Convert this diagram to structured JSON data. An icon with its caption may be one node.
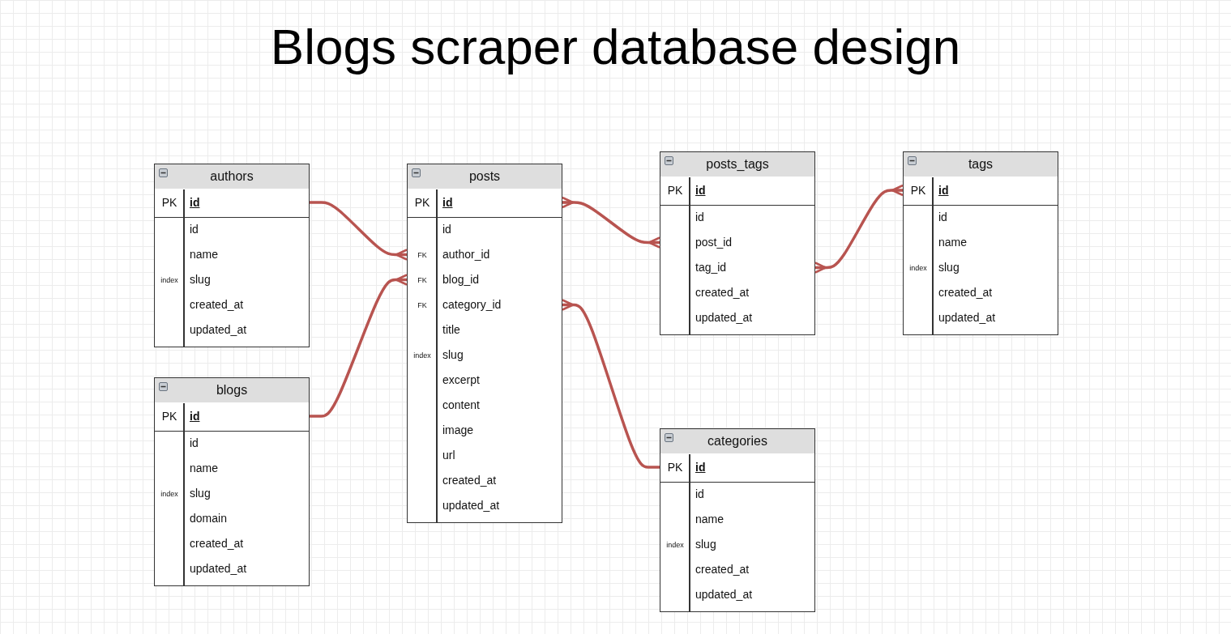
{
  "diagram": {
    "title": "Blogs scraper database design",
    "nodes": [
      {
        "text": [
          "authors"
        ]
      },
      {
        "text": [
          "PK",
          "id"
        ],
        "in": 0
      },
      {
        "text": [
          "id"
        ],
        "in": 0
      },
      {
        "text": [
          "name"
        ],
        "in": 0
      },
      {
        "text": [
          "index",
          "slug"
        ],
        "in": 0
      },
      {
        "text": [
          "created_at"
        ],
        "in": 0
      },
      {
        "text": [
          "updated_at"
        ],
        "in": 0
      },
      {
        "text": [
          "posts"
        ]
      },
      {
        "text": [
          "PK",
          "id"
        ],
        "in": 7
      },
      {
        "text": [
          "id"
        ],
        "in": 7
      },
      {
        "text": [
          "FK",
          "author_id"
        ],
        "in": 7
      },
      {
        "text": [
          "FK",
          "blog_id"
        ],
        "in": 7
      },
      {
        "text": [
          "FK",
          "category_id"
        ],
        "in": 7
      },
      {
        "text": [
          "title"
        ],
        "in": 7
      },
      {
        "text": [
          "index",
          "slug"
        ],
        "in": 7
      },
      {
        "text": [
          "excerpt"
        ],
        "in": 7
      },
      {
        "text": [
          "content"
        ],
        "in": 7
      },
      {
        "text": [
          "image"
        ],
        "in": 7
      },
      {
        "text": [
          "url"
        ],
        "in": 7
      },
      {
        "text": [
          "created_at"
        ],
        "in": 7
      },
      {
        "text": [
          "updated_at"
        ],
        "in": 7
      },
      {
        "text": [
          "posts_tags"
        ]
      },
      {
        "text": [
          "PK",
          "id"
        ],
        "in": 21
      },
      {
        "text": [
          "id"
        ],
        "in": 21
      },
      {
        "text": [
          "post_id"
        ],
        "in": 21
      },
      {
        "text": [
          "tag_id"
        ],
        "in": 21
      },
      {
        "text": [
          "created_at"
        ],
        "in": 21
      },
      {
        "text": [
          "updated_at"
        ],
        "in": 21
      },
      {
        "text": [
          "tags"
        ]
      },
      {
        "text": [
          "PK",
          "id"
        ],
        "in": 28
      },
      {
        "text": [
          "id"
        ],
        "in": 28
      },
      {
        "text": [
          "name"
        ],
        "in": 28
      },
      {
        "text": [
          "index",
          "slug"
        ],
        "in": 28
      },
      {
        "text": [
          "created_at"
        ],
        "in": 28
      },
      {
        "text": [
          "updated_at"
        ],
        "in": 28
      },
      {
        "text": [
          "blogs"
        ]
      },
      {
        "text": [
          "PK",
          "id"
        ],
        "in": 35
      },
      {
        "text": [
          "id"
        ],
        "in": 35
      },
      {
        "text": [
          "name"
        ],
        "in": 35
      },
      {
        "text": [
          "index",
          "slug"
        ],
        "in": 35
      },
      {
        "text": [
          "domain"
        ],
        "in": 35
      },
      {
        "text": [
          "created_at"
        ],
        "in": 35
      },
      {
        "text": [
          "updated_at"
        ],
        "in": 35
      },
      {
        "text": [
          "categories"
        ]
      },
      {
        "text": [
          "PK",
          "id"
        ],
        "in": 43
      },
      {
        "text": [
          "id"
        ],
        "in": 43
      },
      {
        "text": [
          "name"
        ],
        "in": 43
      },
      {
        "text": [
          "index",
          "slug"
        ],
        "in": 43
      },
      {
        "text": [
          "created_at"
        ],
        "in": 43
      },
      {
        "text": [
          "updated_at"
        ],
        "in": 43
      }
    ],
    "edges": [
      {
        "from": 1,
        "to": 10,
        "arrow": "other"
      },
      {
        "from": 36,
        "to": 11,
        "arrow": "other"
      },
      {
        "from": 8,
        "to": 24,
        "arrow": "other"
      },
      {
        "from": 29,
        "to": 25,
        "arrow": "other"
      },
      {
        "from": 44,
        "to": 12,
        "arrow": "other"
      }
    ]
  }
}
